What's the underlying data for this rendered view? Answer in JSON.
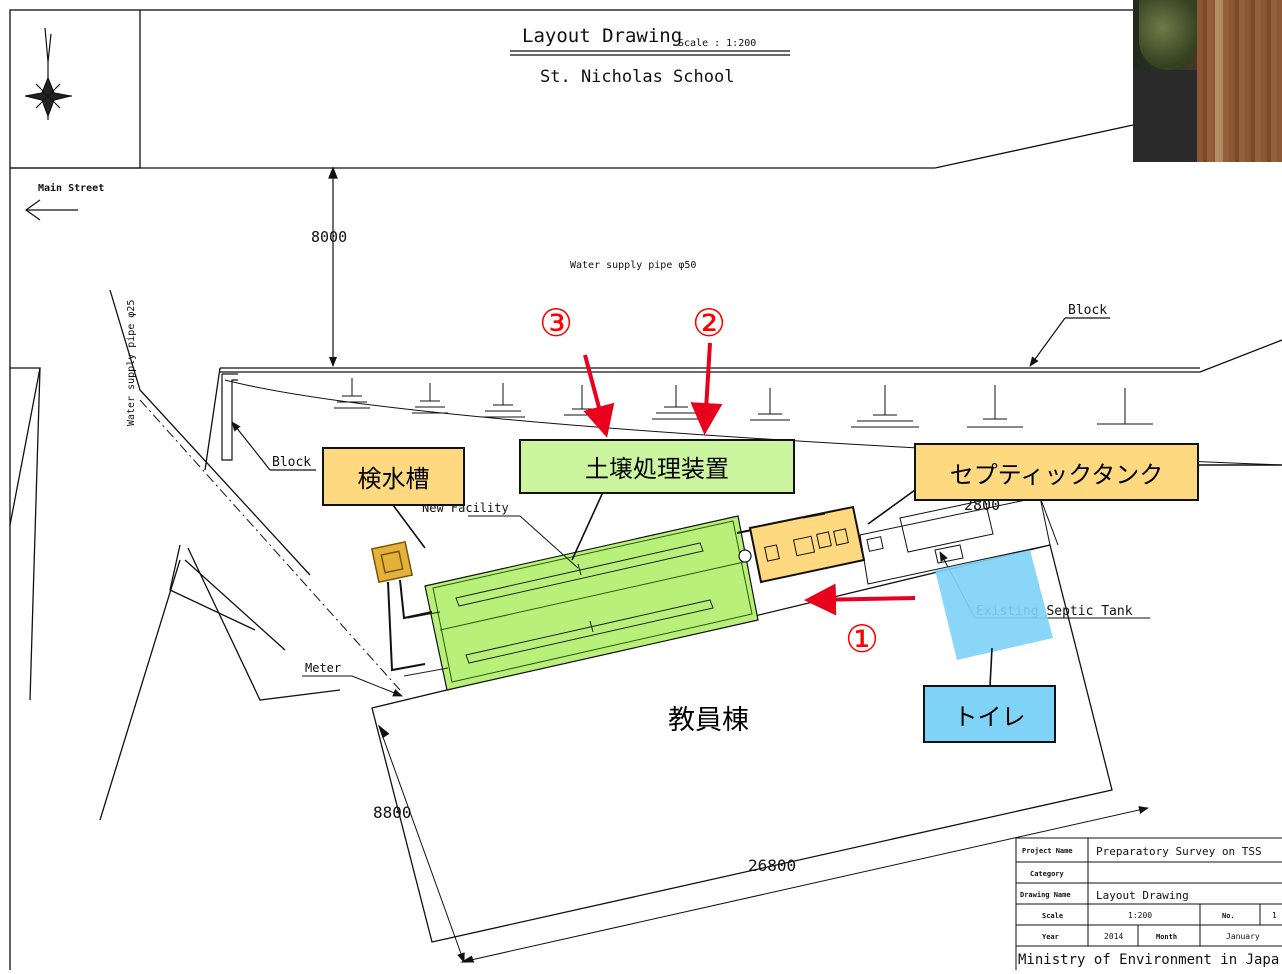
{
  "title": {
    "main": "Layout Drawing",
    "scale": "Scale : 1:200",
    "subtitle": "St. Nicholas School"
  },
  "drawing_labels": {
    "main_street": "Main Street",
    "dim_8000": "8000",
    "water_pipe_50": "Water supply pipe  φ50",
    "water_pipe_25": "Water supply pipe  φ25",
    "block_top": "Block",
    "block_left": "Block",
    "new_facility": "New Facility",
    "dim_2800": "2800",
    "existing_septic": "Existing Septic Tank",
    "meter": "Meter",
    "dim_8800": "8800",
    "dim_26800": "26800"
  },
  "callouts": {
    "inspection_tank": "検水槽",
    "soil_treatment": "土壌処理装置",
    "septic_tank": "セプティックタンク",
    "toilet": "トイレ",
    "staff_building": "教員棟"
  },
  "markers": {
    "one": "①",
    "two": "②",
    "three": "③"
  },
  "title_block": {
    "project_name_label": "Project Name",
    "project_name": "Preparatory Survey on TSS",
    "category_label": "Category",
    "category": "",
    "drawing_name_label": "Drawing Name",
    "drawing_name": "Layout Drawing",
    "scale_label": "Scale",
    "scale": "1:200",
    "no_label": "No.",
    "no": "1",
    "year_label": "Year",
    "year": "2014",
    "month_label": "Month",
    "month": "January",
    "org": "Ministry of Environment in Japa"
  },
  "colors": {
    "callout_yellow": "#ffd980",
    "soil_green": "#ccf5a0",
    "facility_green": "#b8f07a",
    "toilet_blue": "#7fd3f7",
    "arrow_red": "#e8001c",
    "marker_red": "#ff0000"
  }
}
